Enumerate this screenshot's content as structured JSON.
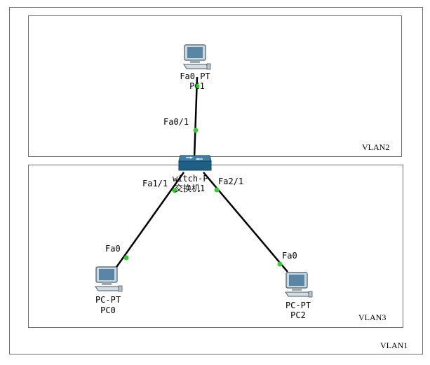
{
  "areas": {
    "vlan1": {
      "label": "VLAN1"
    },
    "vlan2": {
      "label": "VLAN2"
    },
    "vlan3": {
      "label": "VLAN3"
    }
  },
  "devices": {
    "pc1": {
      "model": "Fa0 PT",
      "name": "PC1"
    },
    "pc0": {
      "model": "PC-PT",
      "name": "PC0"
    },
    "pc2": {
      "model": "PC-PT",
      "name": "PC2"
    },
    "switch": {
      "model": "witch-P",
      "name": "交换机1"
    }
  },
  "ports": {
    "switch_to_pc1": "Fa0/1",
    "switch_to_pc0": "Fa1/1",
    "switch_to_pc2": "Fa2/1",
    "pc0_port": "Fa0",
    "pc2_port": "Fa0"
  },
  "colors": {
    "link": "#000000",
    "link_light": "#33cc33",
    "area_border": "#6f6f6f"
  }
}
